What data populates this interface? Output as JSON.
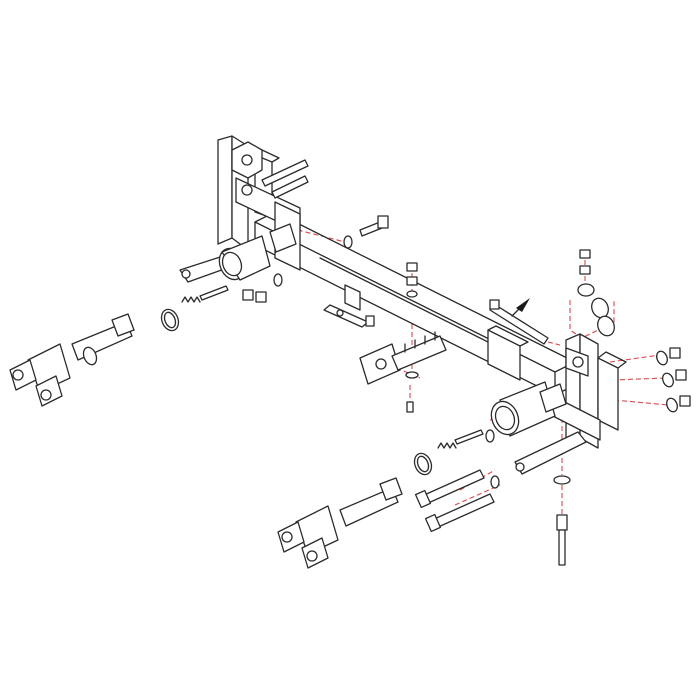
{
  "diagram": {
    "type": "exploded-parts-view",
    "background_color": "#ffffff",
    "line_color": "#2b2b2b",
    "guide_color": "#e0474c",
    "parts": [
      "crossmember-frame",
      "left-mount-bracket",
      "right-mount-bracket",
      "left-tow-arm",
      "right-tow-arm",
      "left-receiver-tube",
      "right-receiver-tube",
      "lock-ring",
      "spring",
      "pin",
      "bolt",
      "nut",
      "washer",
      "spacer",
      "center-plate",
      "u-channel-bracket",
      "pointer-arrow"
    ]
  }
}
